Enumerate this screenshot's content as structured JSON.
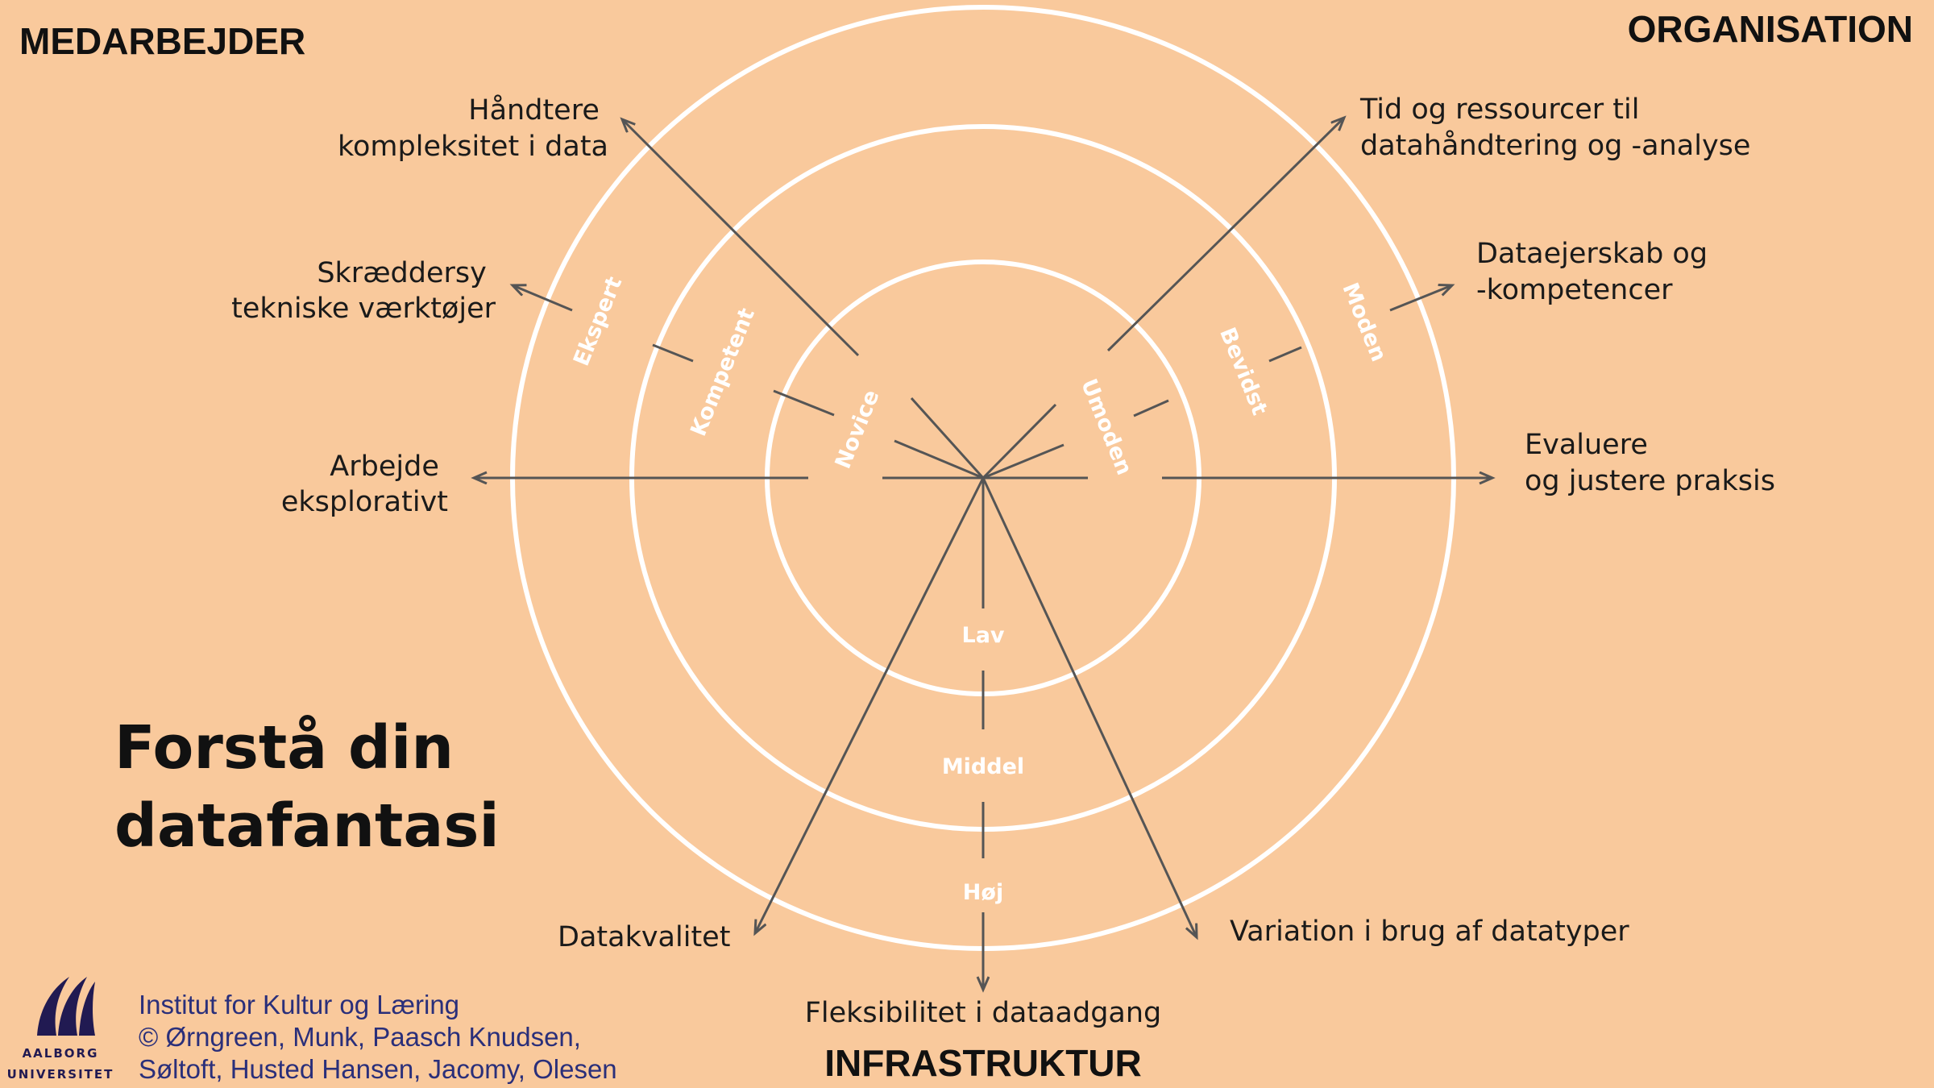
{
  "corners": {
    "top_left": "MEDARBEJDER",
    "top_right": "ORGANISATION",
    "bottom": "INFRASTRUKTUR"
  },
  "title": [
    "Forstå din",
    "datafantasi"
  ],
  "axes": {
    "handtere": [
      "Håndtere",
      "kompleksitet i data"
    ],
    "skraeddersy": [
      "Skræddersy",
      "tekniske værktøjer"
    ],
    "arbejde": [
      "Arbejde",
      "eksplorativt"
    ],
    "tid": [
      "Tid og ressourcer til",
      "datahåndtering og -analyse"
    ],
    "dataejerskab": [
      "Dataejerskab og",
      "-kompetencer"
    ],
    "evaluere": [
      "Evaluere",
      "og justere praksis"
    ],
    "datakvalitet": [
      "Datakvalitet"
    ],
    "fleksibilitet": [
      "Fleksibilitet i dataadgang"
    ],
    "variation": [
      "Variation i brug af datatyper"
    ]
  },
  "ring_labels": {
    "medarbejder": [
      "Novice",
      "Kompetent",
      "Ekspert"
    ],
    "organisation": [
      "Umoden",
      "Bevidst",
      "Moden"
    ],
    "infrastruktur": [
      "Lav",
      "Middel",
      "Høj"
    ]
  },
  "footer": {
    "institute": "Institut for Kultur og Læring",
    "authors_1": "© Ørngreen, Munk, Paasch Knudsen,",
    "authors_2": "Søltoft, Husted Hansen, Jacomy, Olesen"
  },
  "logo": {
    "name": "aau-logo-icon",
    "line1": "AALBORG",
    "line2": "UNIVERSITET"
  }
}
